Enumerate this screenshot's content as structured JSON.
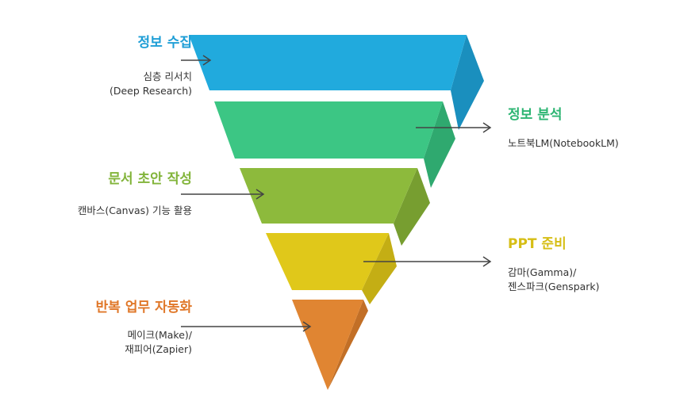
{
  "stages": [
    {
      "title": "정보 수집",
      "desc": [
        "심층 리서치",
        "(Deep Research)"
      ],
      "side": "left",
      "colors": {
        "front": "#21AADD",
        "side": "#1A8FBE",
        "title": "#1E9ED6"
      }
    },
    {
      "title": "정보 분석",
      "desc": [
        "노트북LM(NotebookLM)"
      ],
      "side": "right",
      "colors": {
        "front": "#3CC684",
        "side": "#2FA96F",
        "title": "#2DB573"
      }
    },
    {
      "title": "문서 초안 작성",
      "desc": [
        "캔바스(Canvas) 기능 활용"
      ],
      "side": "left",
      "colors": {
        "front": "#8DBA3C",
        "side": "#779E30",
        "title": "#82B43A"
      }
    },
    {
      "title": "PPT  준비",
      "desc": [
        "감마(Gamma)/",
        "젠스파크(Genspark)"
      ],
      "side": "right",
      "colors": {
        "front": "#E0C81A",
        "side": "#C4AE14",
        "title": "#D6BE15"
      }
    },
    {
      "title": "반복 업무 자동화",
      "desc": [
        "메이크(Make)/",
        "재피어(Zapier)"
      ],
      "side": "left",
      "colors": {
        "front": "#E08532",
        "side": "#C26F26",
        "title": "#E0782A"
      }
    }
  ],
  "arrow_color": "#444444"
}
